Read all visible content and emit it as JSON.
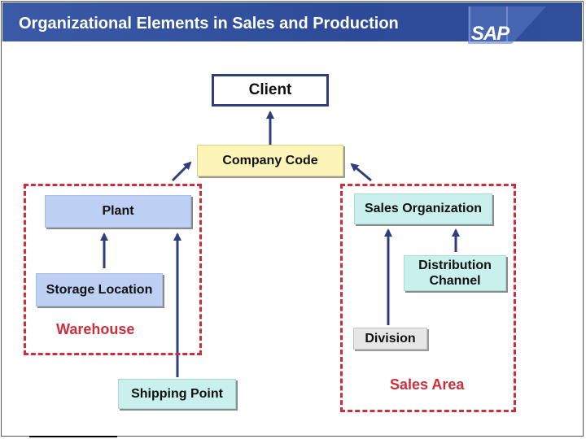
{
  "header": {
    "title": "Organizational Elements in Sales and Production",
    "logo_text": "SAP"
  },
  "nodes": {
    "client": "Client",
    "company_code": "Company Code",
    "plant": "Plant",
    "storage_location": "Storage Location",
    "shipping_point": "Shipping Point",
    "sales_organization": "Sales Organization",
    "distribution_channel": "Distribution Channel",
    "division": "Division"
  },
  "groups": {
    "warehouse": "Warehouse",
    "sales_area": "Sales Area"
  },
  "colors": {
    "header_bg": "#2f4e9c",
    "arrow": "#2d3f7c",
    "group_border": "#cc2f3a",
    "company_code_fill": "#fdf5b8",
    "plant_fill": "#bdd0f4",
    "sales_fill": "#c9f0ec",
    "division_fill": "#e6e6e6"
  }
}
